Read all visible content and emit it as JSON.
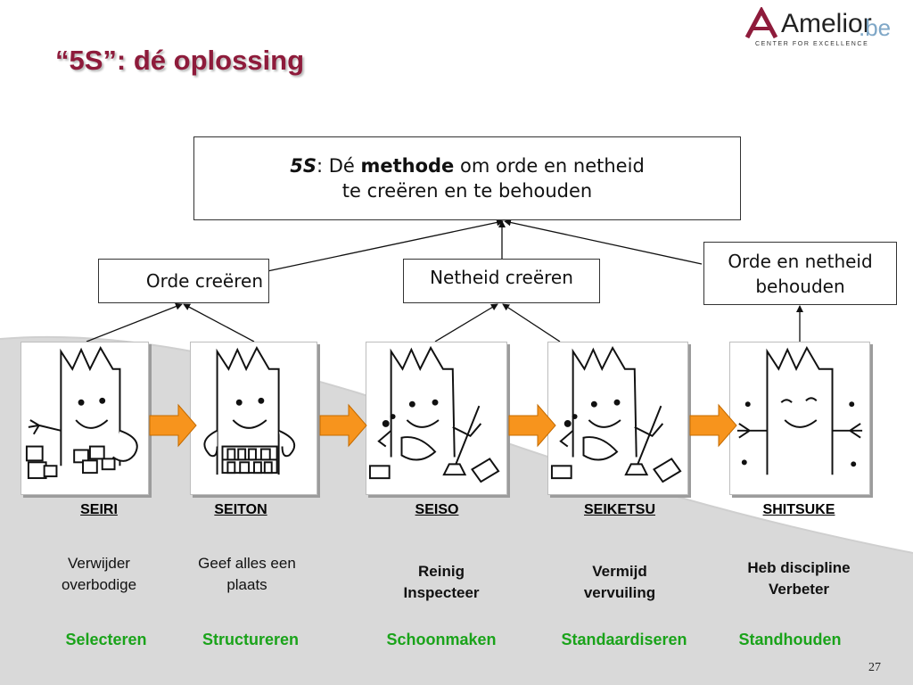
{
  "title": "“5S”: dé oplossing",
  "logo": {
    "name": "Amelior",
    "domain": ".be",
    "tagline": "CENTER FOR EXCELLENCE"
  },
  "main_box": {
    "term": "5S",
    "line1_mid": ": Dé ",
    "line1_bold": "methode",
    "line1_end": " om orde en netheid",
    "line2": "te creëren en te behouden"
  },
  "goals": {
    "orde": "Orde creëren",
    "netheid": "Netheid creëren",
    "behouden_line1": "Orde en netheid",
    "behouden_line2": "behouden"
  },
  "steps": [
    {
      "name": "SEIRI",
      "description": "Verwijder\noverbodige",
      "keyword": "Selecteren",
      "icon": "figure-sorting-boxes-icon"
    },
    {
      "name": "SEITON",
      "description": "Geef alles een\nplaats",
      "keyword": "Structureren",
      "icon": "figure-shelf-icon"
    },
    {
      "name": "SEISO",
      "description": "Reinig\nInspecteer",
      "keyword": "Schoonmaken",
      "icon": "figure-cleaning-icon"
    },
    {
      "name": "SEIKETSU",
      "description": "Vermijd\nvervuiling",
      "keyword": "Standaardiseren",
      "icon": "figure-cleaning-icon"
    },
    {
      "name": "SHITSUKE",
      "description": "Heb discipline\nVerbeter",
      "keyword": "Standhouden",
      "icon": "figure-disciplined-icon"
    }
  ],
  "page_number": "27",
  "colors": {
    "title": "#8e1b3b",
    "keyword": "#1aa31a",
    "arrow": "#f7941d",
    "background_swoosh": "#d9d9d9"
  }
}
